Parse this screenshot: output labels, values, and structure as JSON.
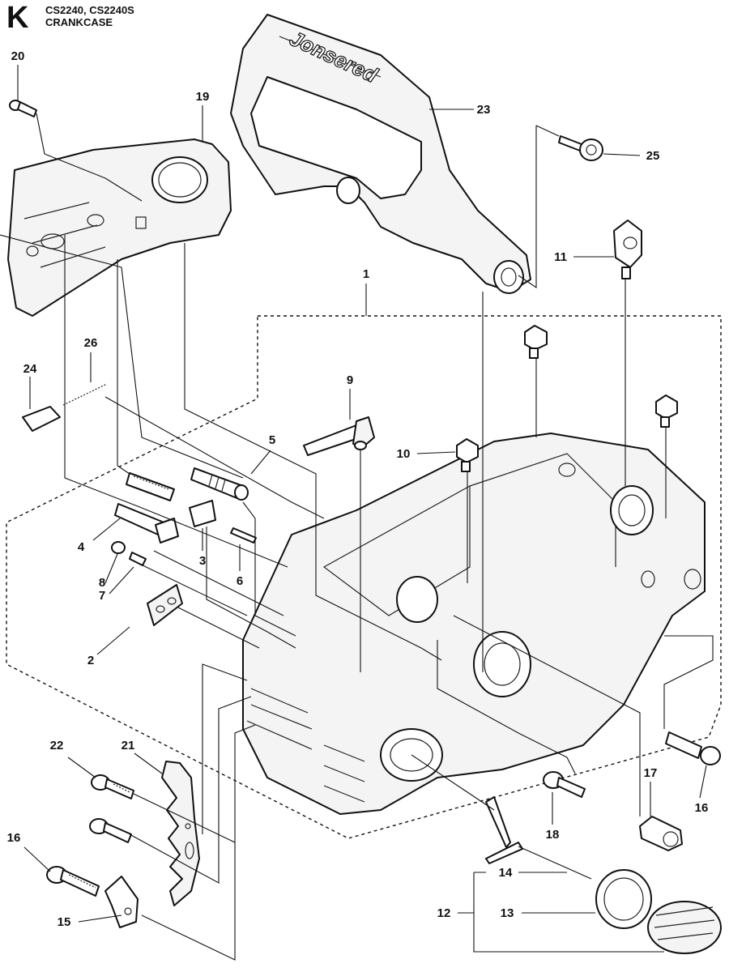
{
  "header": {
    "section_letter": "K",
    "models": "CS2240, CS2240S",
    "title": "CRANKCASE"
  },
  "brand_text": "Jonsered",
  "callouts": {
    "c1": "1",
    "c2": "2",
    "c3": "3",
    "c4": "4",
    "c5": "5",
    "c6": "6",
    "c7": "7",
    "c8": "8",
    "c9": "9",
    "c10": "10",
    "c11": "11",
    "c12": "12",
    "c13": "13",
    "c14": "14",
    "c15": "15",
    "c16a": "16",
    "c16b": "16",
    "c17": "17",
    "c18": "18",
    "c19": "19",
    "c20": "20",
    "c21": "21",
    "c22": "22",
    "c23": "23",
    "c24": "24",
    "c25": "25",
    "c26": "26"
  }
}
